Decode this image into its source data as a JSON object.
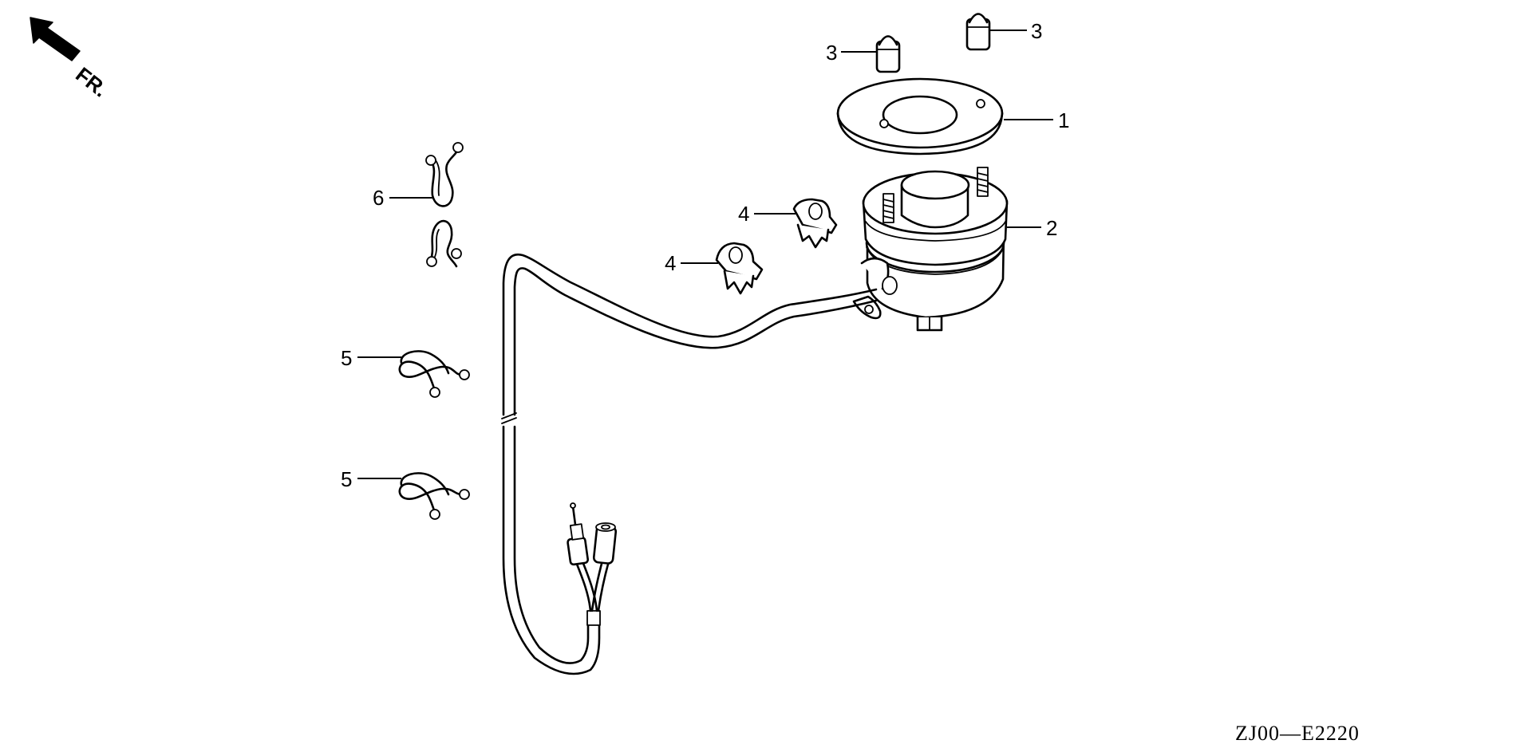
{
  "direction_indicator": {
    "label": "FR."
  },
  "diagram_code": "ZJ00—E2220",
  "callouts": {
    "c1": "1",
    "c2": "2",
    "c3a": "3",
    "c3b": "3",
    "c4a": "4",
    "c4b": "4",
    "c5a": "5",
    "c5b": "5",
    "c6": "6"
  }
}
